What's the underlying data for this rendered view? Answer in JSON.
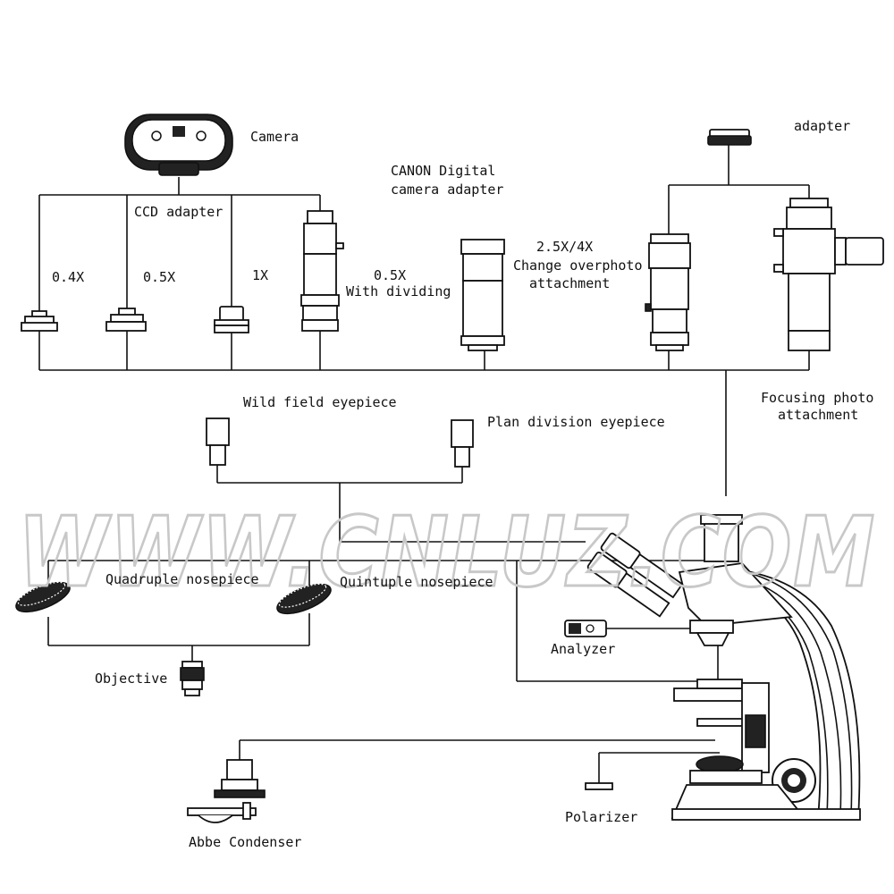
{
  "labels": {
    "camera": "Camera",
    "ccd_adapter": "CCD adapter",
    "canon_line1": "CANON Digital",
    "canon_line2": "camera adapter",
    "adapter": "adapter",
    "mag_04x": "0.4X",
    "mag_05x": "0.5X",
    "mag_1x": "1X",
    "dividing_line1": "0.5X",
    "dividing_line2": "With dividing",
    "change_line1": "2.5X/4X",
    "change_line2": "Change overphoto",
    "change_line3": "attachment",
    "focusing_line1": "Focusing photo",
    "focusing_line2": "attachment",
    "wild_field": "Wild field eyepiece",
    "plan_division": "Plan division eyepiece",
    "quadruple": "Quadruple nosepiece",
    "quintuple": "Quintuple nosepiece",
    "analyzer": "Analyzer",
    "objective": "Objective",
    "polarizer": "Polarizer",
    "abbe": "Abbe Condenser"
  },
  "watermark": "WWW.CNLUZ.COM"
}
